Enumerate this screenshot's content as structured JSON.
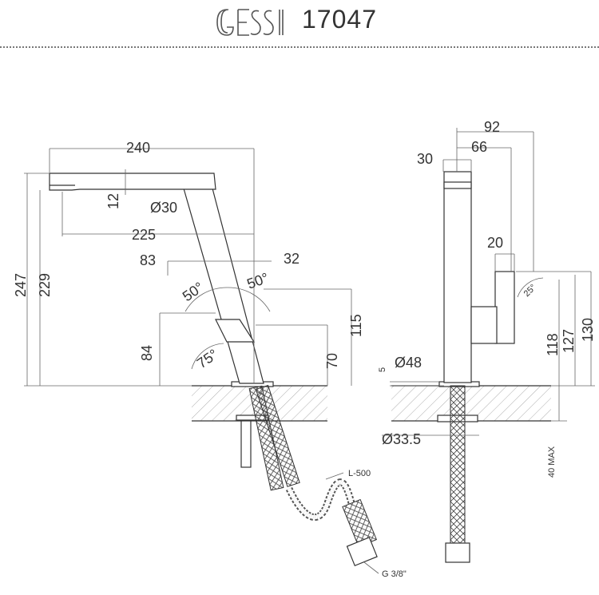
{
  "header": {
    "brand": "GESSI",
    "model": "17047"
  },
  "dimensions": {
    "spout_length": "240",
    "spout_reach": "225",
    "spout_thickness": "12",
    "spout_diameter": "Ø30",
    "total_height": "247",
    "height_229": "229",
    "offset_83": "83",
    "offset_32": "32",
    "angle_left": "50°",
    "angle_right": "50°",
    "angle_75": "75°",
    "height_84": "84",
    "height_70": "70",
    "height_115": "115",
    "side_92": "92",
    "side_66": "66",
    "side_30": "30",
    "lever_20": "20",
    "lever_angle": "25°",
    "height_118": "118",
    "height_127": "127",
    "height_130": "130",
    "base_gap": "5",
    "base_diameter": "Ø48",
    "shank_diameter": "Ø33.5",
    "max_deck": "40 MAX",
    "hose_length": "L-500",
    "thread": "G 3/8\""
  }
}
